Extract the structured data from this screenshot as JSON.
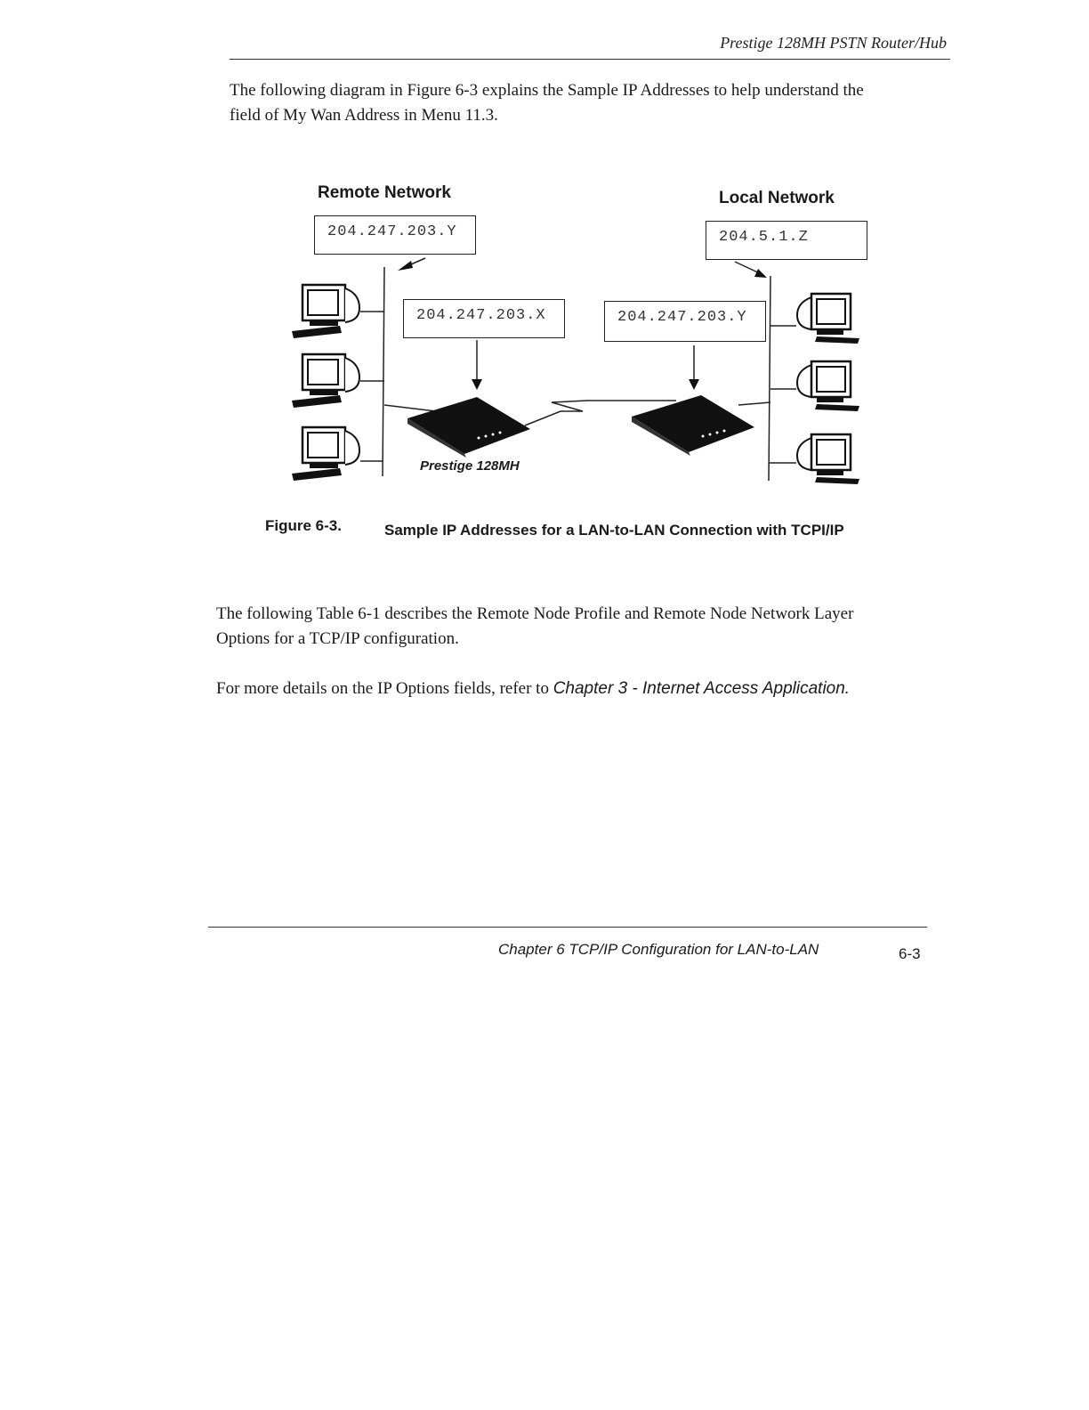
{
  "header": {
    "running_title": "Prestige 128MH   PSTN Router/Hub"
  },
  "intro": {
    "line1": "The following diagram in Figure 6-3 explains the Sample IP Addresses to help understand the",
    "line2": "field of My Wan Address in Menu 11.3."
  },
  "diagram": {
    "remote_label": "Remote Network",
    "local_label": "Local Network",
    "remote_ip": "204.247.203.Y",
    "local_ip": "204.5.1.Z",
    "remote_router_ip": "204.247.203.X",
    "local_router_ip": "204.247.203.Y",
    "device_label": "Prestige 128MH"
  },
  "figure": {
    "number": "Figure 6-3.",
    "title": "Sample IP Addresses for a LAN-to-LAN Connection with TCPI/IP"
  },
  "table_intro": {
    "line1": "The following Table 6-1 describes the Remote Node Profile and Remote Node Network Layer",
    "line2": "Options for a TCP/IP configuration."
  },
  "details": {
    "prefix": "For more details on the IP Options fields, refer to ",
    "reference": "Chapter 3 - Internet Access Application."
  },
  "footer": {
    "chapter": "Chapter 6 TCP/IP Configuration for LAN-to-LAN",
    "page_number": "6-3"
  },
  "icons": {
    "computer": "computer-icon",
    "router": "router-icon"
  }
}
